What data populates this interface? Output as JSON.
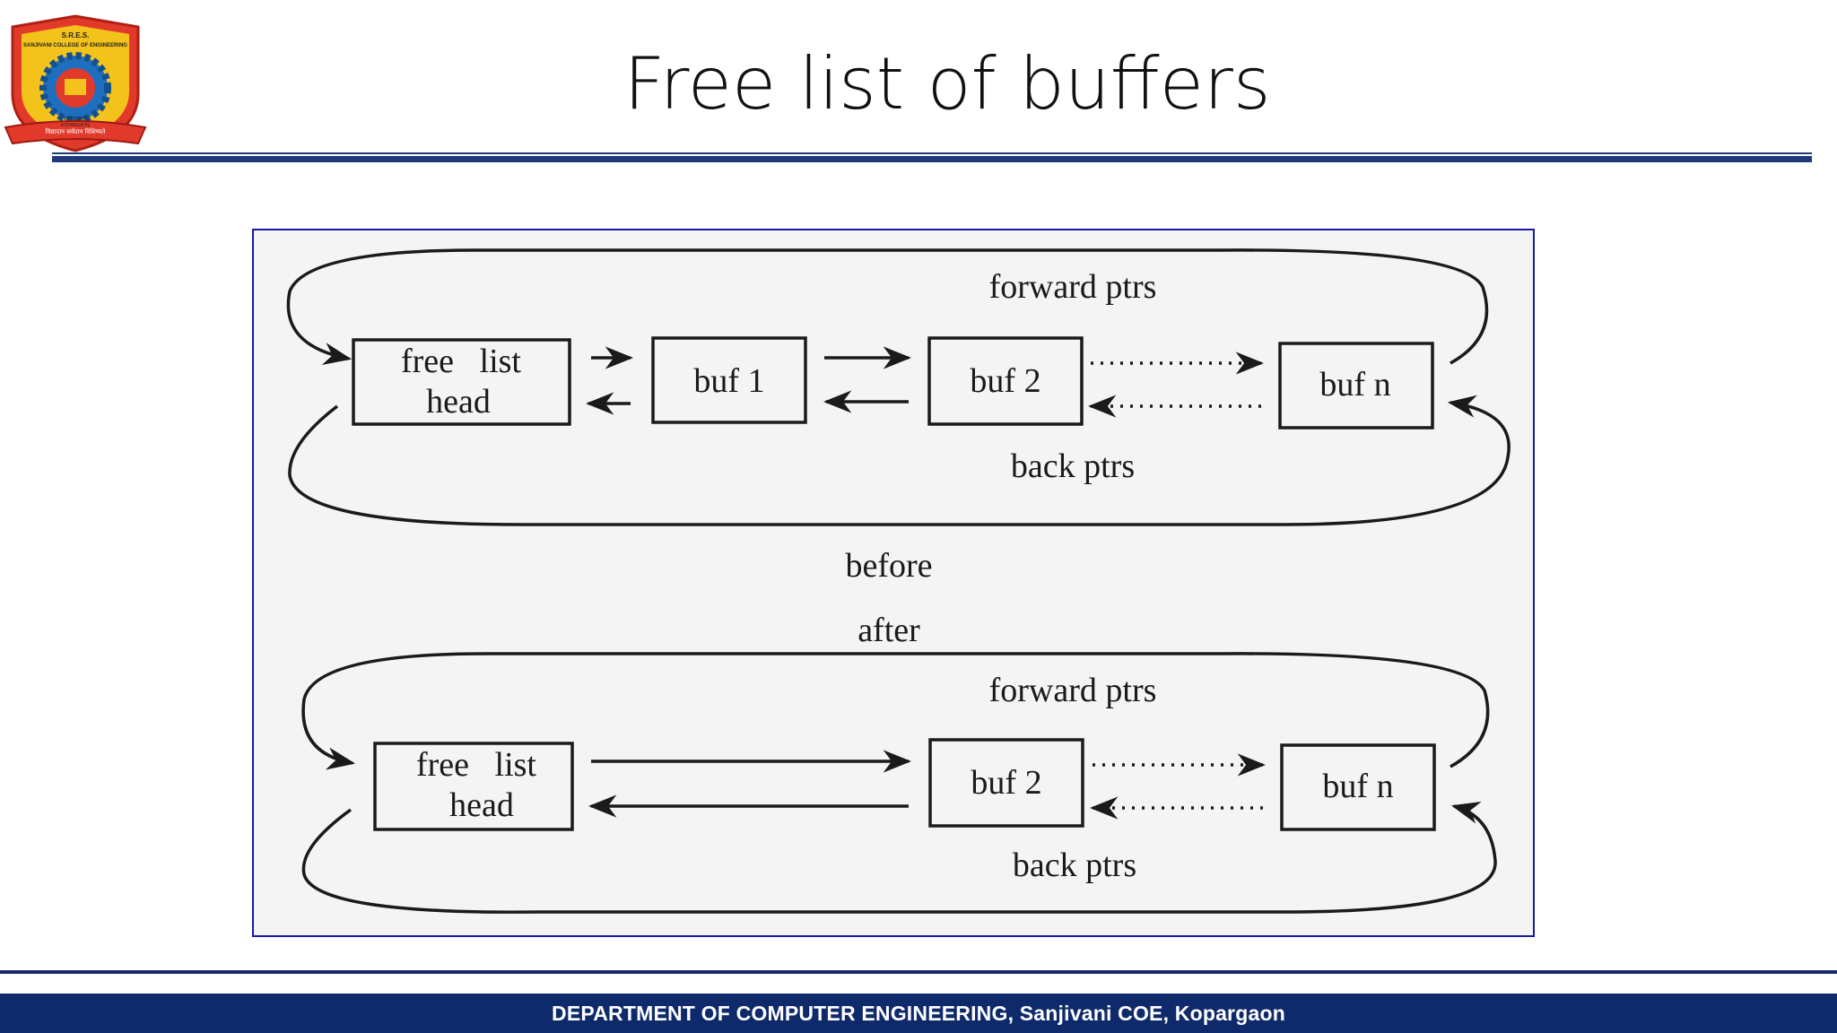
{
  "slide": {
    "title": "Free list of buffers",
    "logo": {
      "top_text": "S.R.E.S.",
      "college_text": "SANJIVANI COLLEGE OF ENGINEERING",
      "motto_text": "विद्यादान सर्वदान विशिष्यते",
      "year_text": "ESTD 1983",
      "place_text": "KOPARGAON",
      "colors": {
        "shield": "#e23a2a",
        "gold": "#f3c21b",
        "gear": "#1f6fbf"
      }
    }
  },
  "diagram": {
    "before": {
      "head_line1": "free   list",
      "head_line2": "head",
      "buf1": "buf 1",
      "buf2": "buf 2",
      "bufn": "buf n",
      "forward_label": "forward ptrs",
      "back_label": "back ptrs"
    },
    "before_label": "before",
    "after_label": "after",
    "after": {
      "head_line1": "free   list",
      "head_line2": "head",
      "buf2": "buf 2",
      "bufn": "buf n",
      "forward_label": "forward ptrs",
      "back_label": "back ptrs"
    }
  },
  "footer": {
    "text": "DEPARTMENT OF COMPUTER ENGINEERING,  Sanjivani COE, Kopargaon"
  },
  "colors": {
    "title_rule": "#1f3a7a",
    "footer_bg": "#0f2a6a",
    "diagram_frame": "#1a1aa0",
    "diagram_bg": "#f4f4f4"
  }
}
